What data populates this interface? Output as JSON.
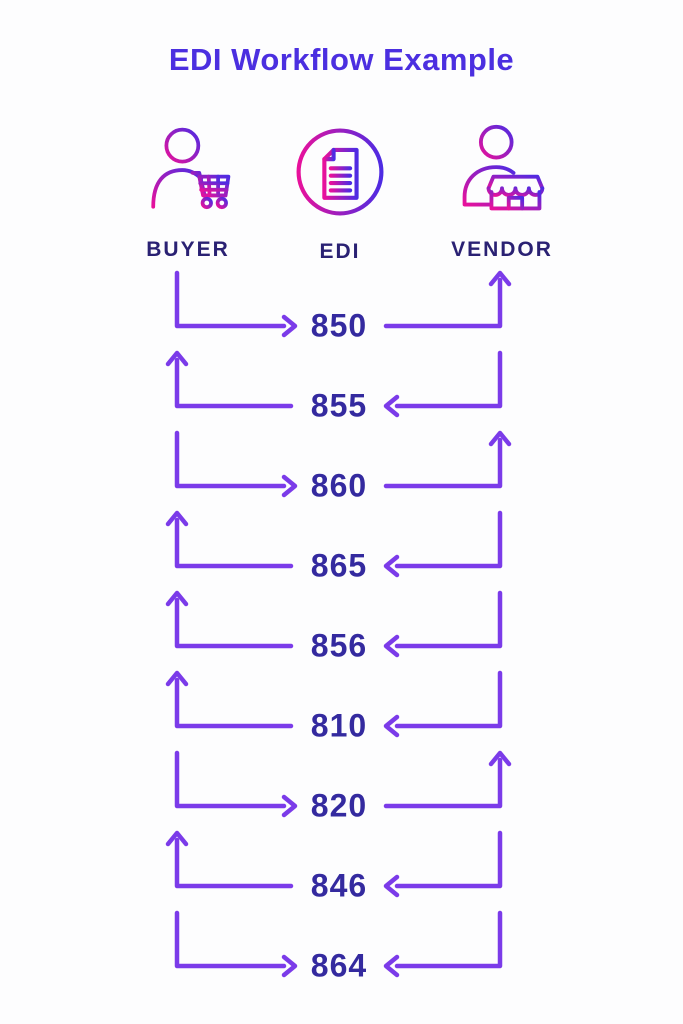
{
  "title": {
    "highlight": "EDI",
    "rest": "Workflow Example"
  },
  "parties": [
    {
      "id": "buyer",
      "label": "BUYER",
      "icon": "buyer-cart-icon"
    },
    {
      "id": "edi",
      "label": "EDI",
      "icon": "edi-document-icon"
    },
    {
      "id": "vendor",
      "label": "VENDOR",
      "icon": "vendor-store-icon"
    }
  ],
  "flows": [
    {
      "code": "850",
      "direction": "buyer-to-vendor"
    },
    {
      "code": "855",
      "direction": "vendor-to-buyer"
    },
    {
      "code": "860",
      "direction": "buyer-to-vendor"
    },
    {
      "code": "865",
      "direction": "vendor-to-buyer"
    },
    {
      "code": "856",
      "direction": "vendor-to-buyer"
    },
    {
      "code": "810",
      "direction": "vendor-to-buyer"
    },
    {
      "code": "820",
      "direction": "buyer-to-vendor"
    },
    {
      "code": "846",
      "direction": "vendor-to-buyer"
    },
    {
      "code": "864",
      "direction": "bidirectional"
    }
  ],
  "colors": {
    "title": "#4B2FE0",
    "party_label": "#2A2173",
    "flow_code": "#342A9F",
    "arrow": "#7B3BE9",
    "icon_gradient_start": "#E8119B",
    "icon_gradient_end": "#4D2BE3",
    "background": "#FDFDFE"
  }
}
